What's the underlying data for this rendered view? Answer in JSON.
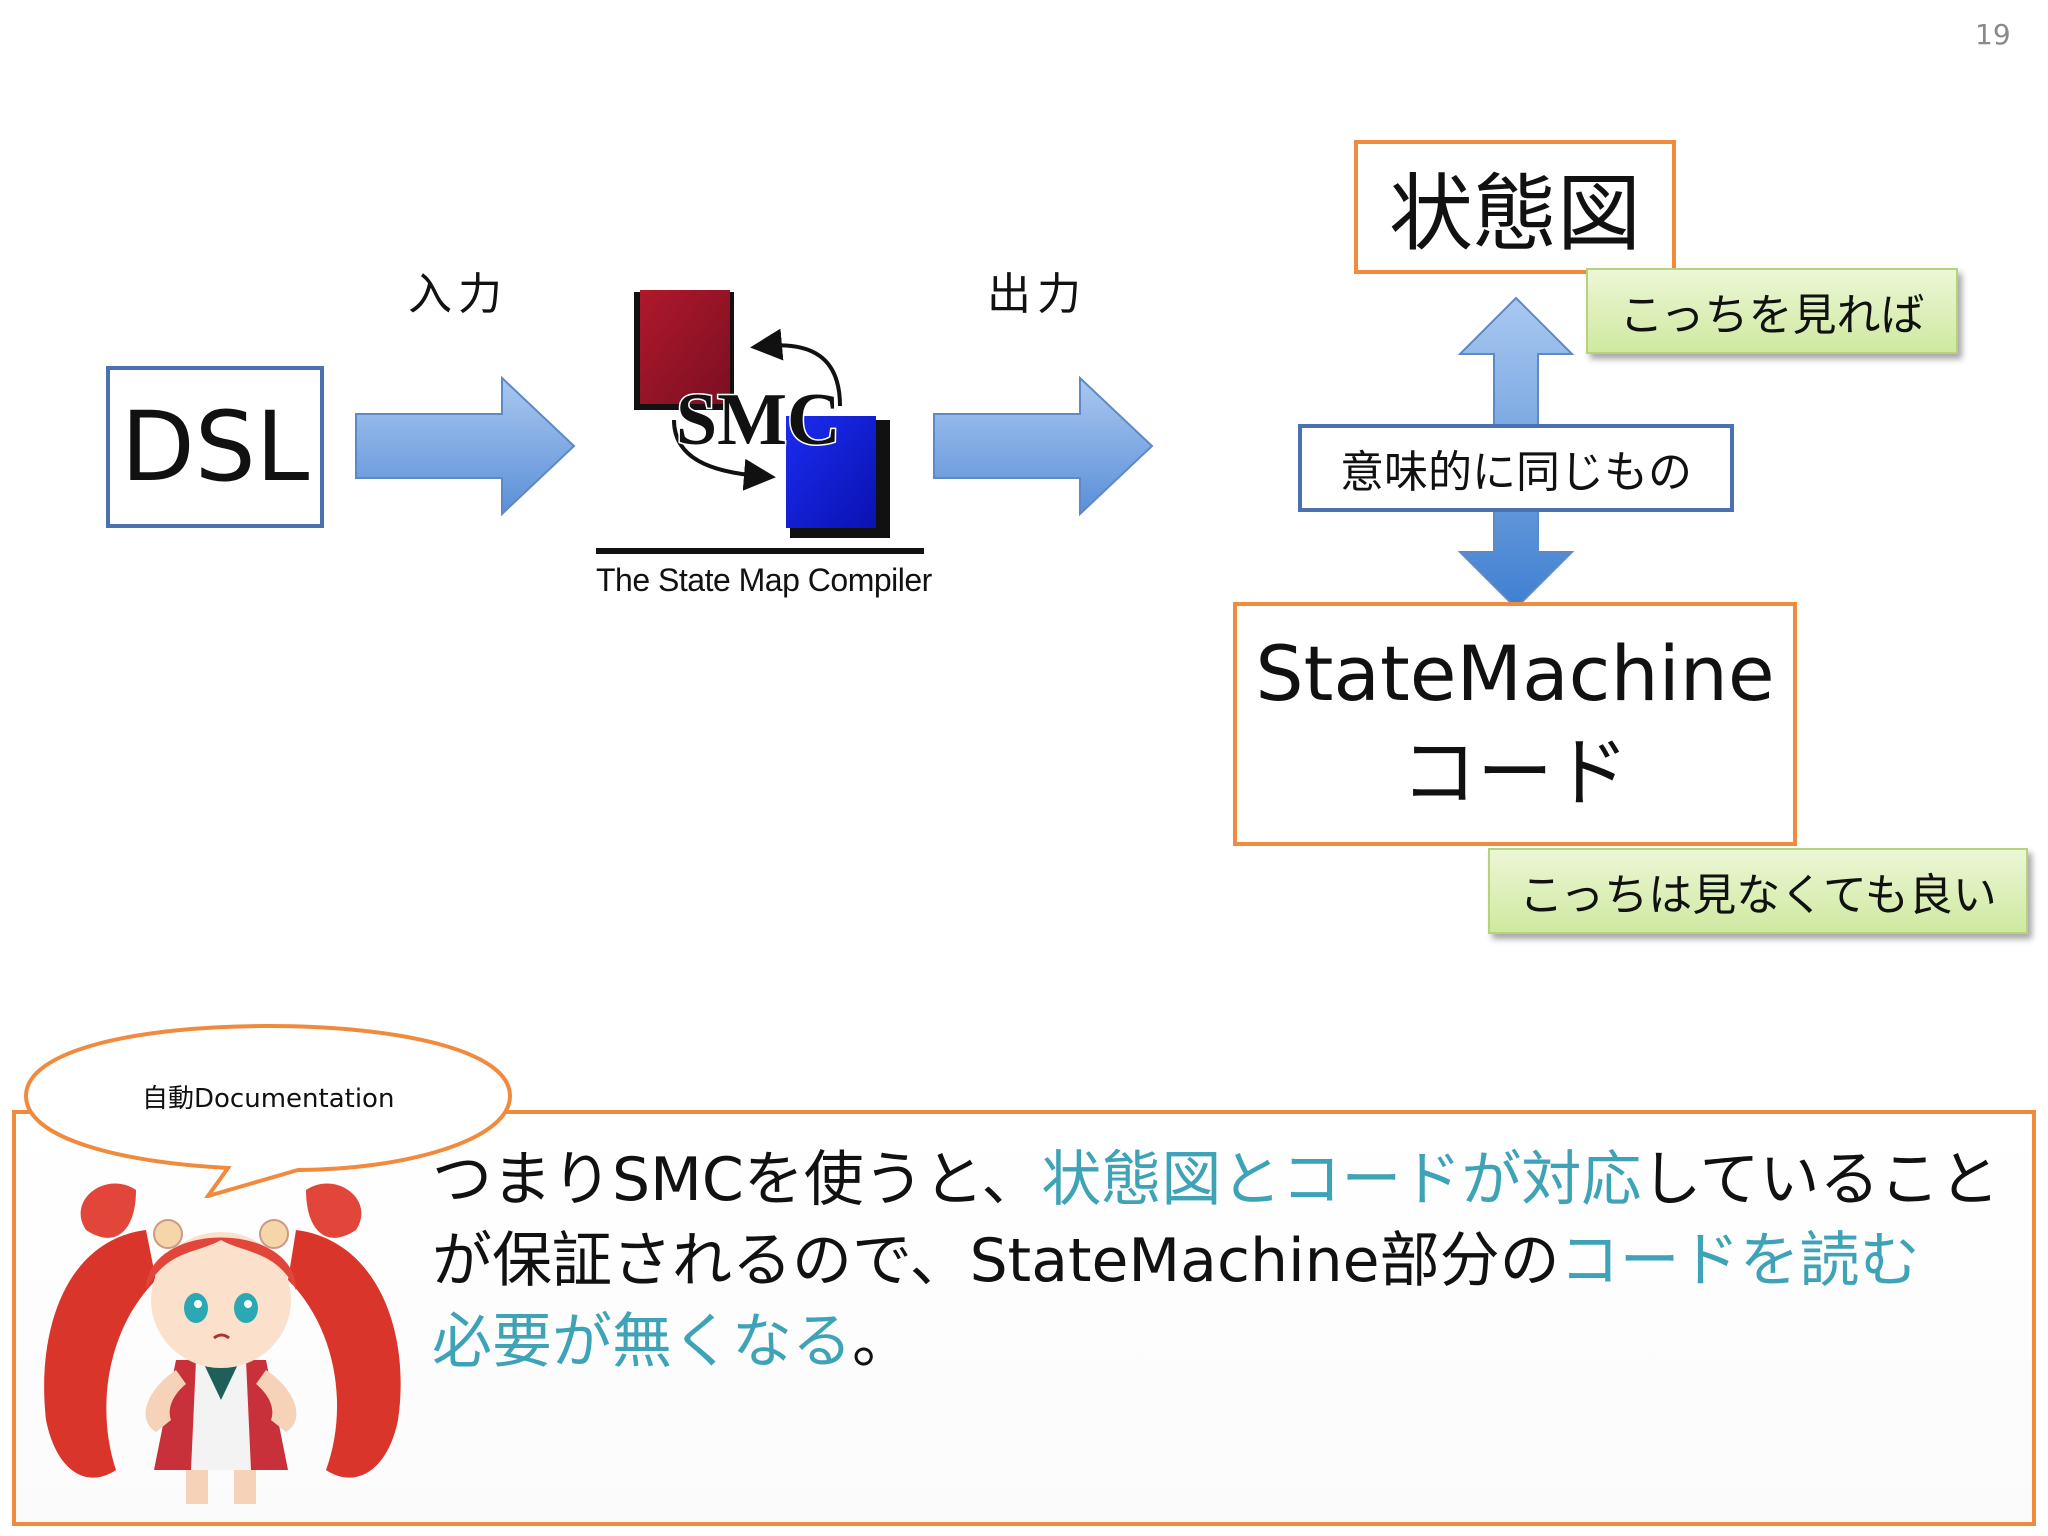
{
  "page_number": "19",
  "labels": {
    "input": "入力",
    "output": "出力"
  },
  "dsl_box": {
    "text": "DSL"
  },
  "smc_logo": {
    "logo_text": "SMC",
    "caption": "The State Map Compiler"
  },
  "state_diagram_box": {
    "text": "状態図"
  },
  "note_see_this": {
    "text": "こっちを見れば"
  },
  "semantic_same_box": {
    "text": "意味的に同じもの"
  },
  "code_box": {
    "line1": "StateMachine",
    "line2": "コード"
  },
  "note_no_need": {
    "text": "こっちは見なくても良い"
  },
  "speech_bubble": {
    "text": "自動Documentation"
  },
  "main_text": {
    "l1a": "つまりSMCを使うと、",
    "l1b": "状態図とコードが対応",
    "l1c": "していること",
    "l2a": "が保証されるので、StateMachine部分の",
    "l2b": "コードを読む",
    "l3a": "必要が無くなる",
    "l3b": "。"
  },
  "colors": {
    "box_blue": "#4a72b0",
    "box_orange": "#f08a3c",
    "arrow_blue": "#6f9ee0",
    "highlight_text": "#3fa3b8",
    "note_green": "#d8efb0"
  },
  "icons": [
    "right-arrow-icon",
    "double-arrow-icon",
    "smc-logo-icon",
    "mascot-character-icon"
  ]
}
